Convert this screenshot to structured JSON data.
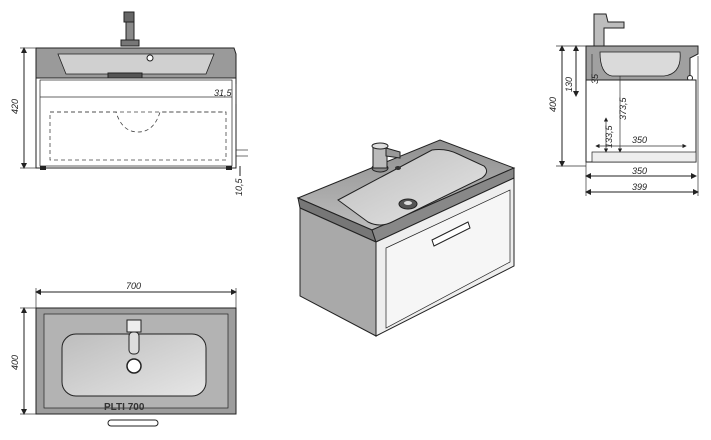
{
  "front_view": {
    "height_label": "420",
    "ledge_label": "31,5",
    "foot_label": "10,5"
  },
  "side_view": {
    "total_height_label": "400",
    "dim_130": "130",
    "dim_35": "35",
    "dim_373_5": "373,5",
    "dim_133_5": "133,5",
    "inner_depth_label": "350",
    "depth_350_label": "350",
    "depth_399_label": "399"
  },
  "top_view": {
    "width_label": "700",
    "depth_label": "400",
    "brand_label": "PLTI 700"
  },
  "colors": {
    "panel": "#a9a9a9",
    "basin": "#c4c4c4",
    "front": "#eeeeee",
    "stroke": "#222222"
  }
}
